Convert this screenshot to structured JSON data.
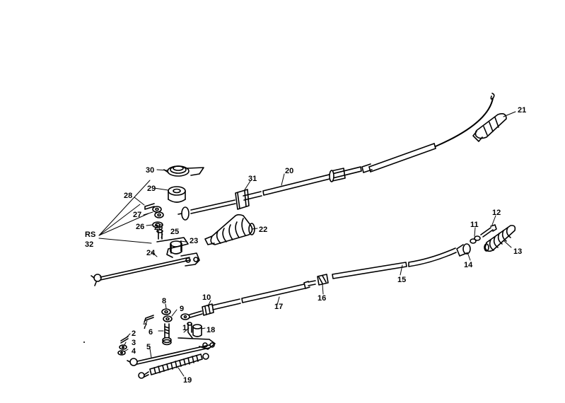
{
  "labels": {
    "n1": "1",
    "n2": "2",
    "n3": "3",
    "n4": "4",
    "n5": "5",
    "n6": "6",
    "n7": "7",
    "n8": "8",
    "n9": "9",
    "n10": "10",
    "n11": "11",
    "n12": "12",
    "n13": "13",
    "n14": "14",
    "n15": "15",
    "n16": "16",
    "n17": "17",
    "n18": "18",
    "n19": "19",
    "n20": "20",
    "n21": "21",
    "n22": "22",
    "n23": "23",
    "n24": "24",
    "n25a": "25",
    "n25b": "25",
    "n26": "26",
    "n27": "27",
    "n28": "28",
    "n29": "29",
    "n30": "30",
    "n31": "31",
    "n32": "32",
    "rs": "RS"
  },
  "colors": {
    "line": "#000000",
    "fill": "#ffffff"
  }
}
